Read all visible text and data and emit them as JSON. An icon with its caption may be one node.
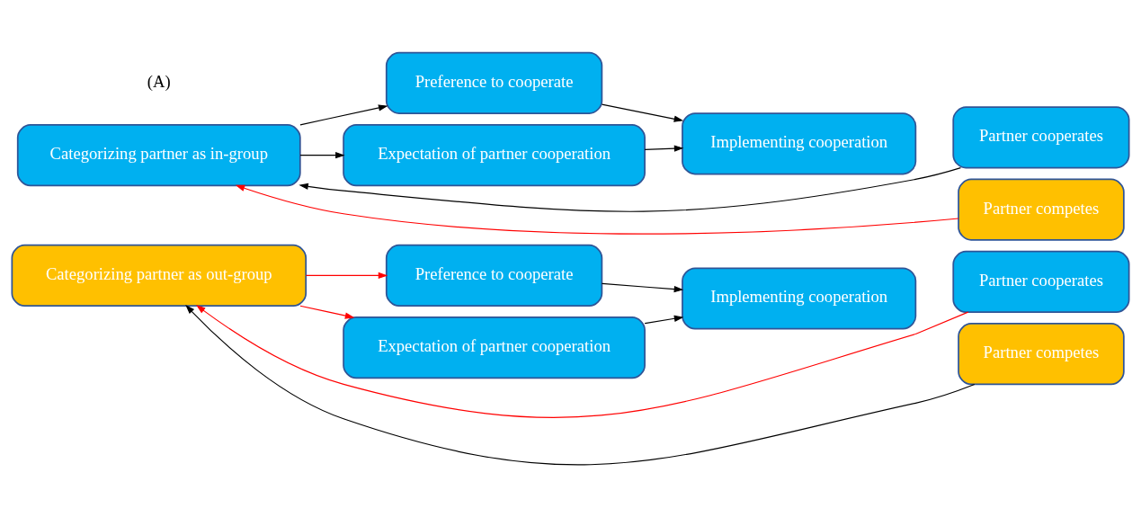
{
  "diagram": {
    "nodes": [
      {
        "text": [
          "Categorizing partner as in-group"
        ]
      },
      {
        "text": [
          "Preference to cooperate"
        ]
      },
      {
        "text": [
          "Expectation of partner cooperation"
        ]
      },
      {
        "text": [
          "Implementing cooperation"
        ]
      },
      {
        "text": [
          "Partner cooperates"
        ]
      },
      {
        "text": [
          "Partner competes"
        ]
      },
      {
        "text": [
          "Categorizing partner as out-group"
        ]
      },
      {
        "text": [
          "Preference to cooperate"
        ]
      },
      {
        "text": [
          "Expectation of partner cooperation"
        ]
      },
      {
        "text": [
          "Implementing cooperation"
        ]
      },
      {
        "text": [
          "Partner cooperates"
        ]
      },
      {
        "text": [
          "Partner competes"
        ]
      }
    ],
    "edges": [
      {
        "from": 0,
        "to": 1,
        "arrow": "to"
      },
      {
        "from": 0,
        "to": 2,
        "arrow": "to"
      },
      {
        "from": 1,
        "to": 3,
        "arrow": "to"
      },
      {
        "from": 2,
        "to": 3,
        "arrow": "to"
      },
      {
        "from": 4,
        "to": 0,
        "arrow": "to"
      },
      {
        "from": 5,
        "to": 0,
        "arrow": "to",
        "color": "#ff0000"
      },
      {
        "from": 6,
        "to": 7,
        "arrow": "to",
        "color": "#ff0000"
      },
      {
        "from": 6,
        "to": 8,
        "arrow": "to",
        "color": "#ff0000"
      },
      {
        "from": 7,
        "to": 9,
        "arrow": "to"
      },
      {
        "from": 8,
        "to": 9,
        "arrow": "to"
      },
      {
        "from": 10,
        "to": 6,
        "arrow": "to",
        "color": "#ff0000"
      },
      {
        "from": 11,
        "to": 6,
        "arrow": "to"
      }
    ],
    "labels": [
      "(A)"
    ]
  }
}
